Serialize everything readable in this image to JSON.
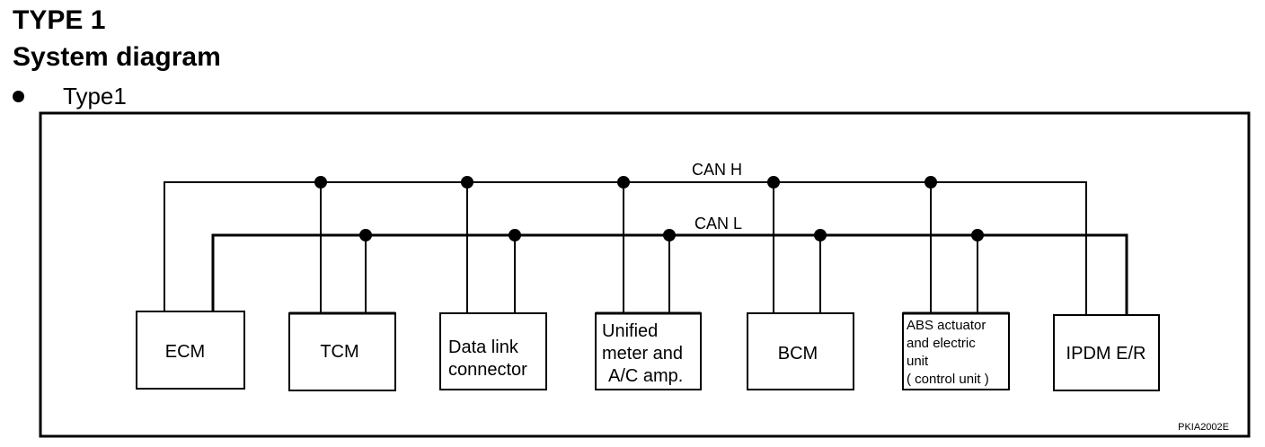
{
  "header": {
    "type_title": "TYPE 1",
    "section_title": "System diagram",
    "bullet_item": "Type1"
  },
  "diagram": {
    "bus_high_label": "CAN H",
    "bus_low_label": "CAN L",
    "figure_code": "PKIA2002E",
    "nodes": [
      {
        "id": "ecm",
        "lines": [
          "ECM"
        ]
      },
      {
        "id": "tcm",
        "lines": [
          "TCM"
        ]
      },
      {
        "id": "data-link-connector",
        "lines": [
          "Data link",
          "connector"
        ]
      },
      {
        "id": "unified-meter",
        "lines": [
          "Unified",
          "meter and",
          "A/C amp."
        ]
      },
      {
        "id": "bcm",
        "lines": [
          "BCM"
        ]
      },
      {
        "id": "abs-actuator",
        "lines": [
          "ABS actuator",
          "and electric",
          "unit",
          "( control unit )"
        ]
      },
      {
        "id": "ipdm",
        "lines": [
          "IPDM E/R"
        ]
      }
    ]
  },
  "colors": {
    "line": "#000000",
    "background": "#ffffff"
  }
}
